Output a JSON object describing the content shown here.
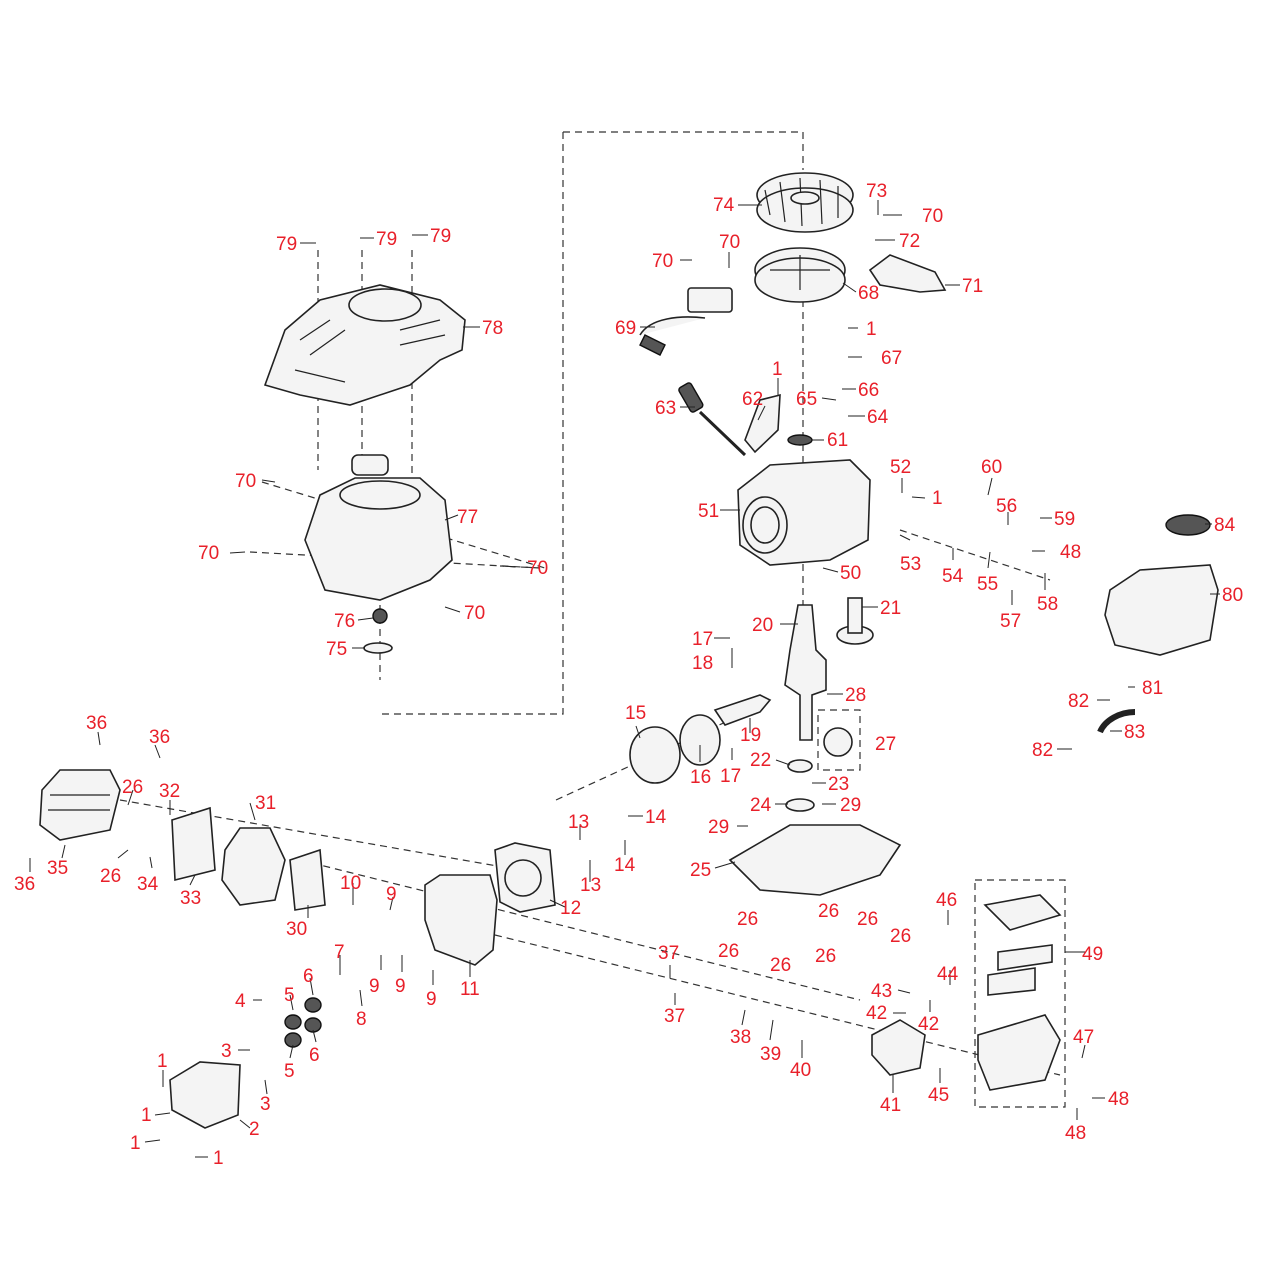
{
  "labels": {
    "l1a": "1",
    "l1b": "1",
    "l1c": "1",
    "l1d": "1",
    "l1e": "1",
    "l1f": "1",
    "l1g": "1",
    "l2": "2",
    "l3a": "3",
    "l3b": "3",
    "l4": "4",
    "l5a": "5",
    "l5b": "5",
    "l6a": "6",
    "l6b": "6",
    "l7": "7",
    "l8": "8",
    "l9a": "9",
    "l9b": "9",
    "l9c": "9",
    "l9d": "9",
    "l10": "10",
    "l11": "11",
    "l12": "12",
    "l13a": "13",
    "l13b": "13",
    "l14a": "14",
    "l14b": "14",
    "l15": "15",
    "l16": "16",
    "l17a": "17",
    "l17b": "17",
    "l18": "18",
    "l19": "19",
    "l20": "20",
    "l21": "21",
    "l22": "22",
    "l23": "23",
    "l24": "24",
    "l25": "25",
    "l26a": "26",
    "l26b": "26",
    "l26c": "26",
    "l26d": "26",
    "l26e": "26",
    "l26f": "26",
    "l26g": "26",
    "l26h": "26",
    "l26i": "26",
    "l27": "27",
    "l28": "28",
    "l29a": "29",
    "l29b": "29",
    "l30": "30",
    "l31": "31",
    "l32": "32",
    "l33": "33",
    "l34": "34",
    "l35": "35",
    "l36a": "36",
    "l36b": "36",
    "l36c": "36",
    "l37a": "37",
    "l37b": "37",
    "l38": "38",
    "l39": "39",
    "l40": "40",
    "l41": "41",
    "l42a": "42",
    "l42b": "42",
    "l43": "43",
    "l44": "44",
    "l45": "45",
    "l46": "46",
    "l47": "47",
    "l48a": "48",
    "l48b": "48",
    "l48c": "48",
    "l49": "49",
    "l50": "50",
    "l51": "51",
    "l52": "52",
    "l53": "53",
    "l54": "54",
    "l55": "55",
    "l56": "56",
    "l57": "57",
    "l58": "58",
    "l59": "59",
    "l60": "60",
    "l61": "61",
    "l62": "62",
    "l63": "63",
    "l64": "64",
    "l65": "65",
    "l66": "66",
    "l67": "67",
    "l68": "68",
    "l69": "69",
    "l70a": "70",
    "l70b": "70",
    "l70c": "70",
    "l70d": "70",
    "l70e": "70",
    "l70f": "70",
    "l70g": "70",
    "l71": "71",
    "l72": "72",
    "l73": "73",
    "l74": "74",
    "l75": "75",
    "l76": "76",
    "l77": "77",
    "l78": "78",
    "l79a": "79",
    "l79b": "79",
    "l79c": "79",
    "l80": "80",
    "l81": "81",
    "l82a": "82",
    "l82b": "82",
    "l83": "83",
    "l84": "84"
  },
  "colors": {
    "label": "#e8202a",
    "line": "#222222"
  }
}
